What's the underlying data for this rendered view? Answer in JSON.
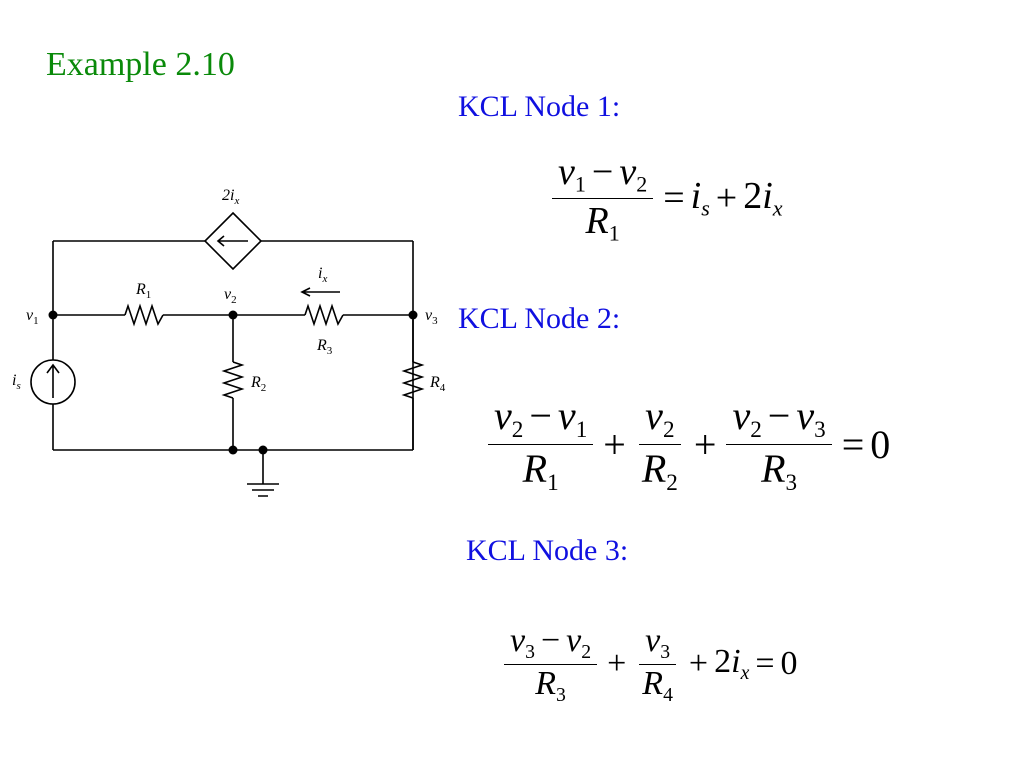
{
  "title": "Example 2.10",
  "kcl_labels": [
    "KCL Node 1:",
    "KCL Node 2:",
    "KCL Node 3:"
  ],
  "circuit": {
    "labels": {
      "dependent_source": "2i_x",
      "current_source": "i_s",
      "node1": "v_1",
      "node2": "v_2",
      "node3": "v_3",
      "R1": "R_1",
      "R2": "R_2",
      "R3": "R_3",
      "R4": "R_4",
      "ix": "i_x"
    }
  },
  "equations": {
    "node1": {
      "num": "v1 − v2",
      "den": "R1",
      "rhs": "= is + 2ix"
    },
    "node2": {
      "terms": [
        "(v2 − v1)/R1",
        "v2/R2",
        "(v2 − v3)/R3"
      ],
      "rhs": "= 0"
    },
    "node3": {
      "terms": [
        "(v3 − v2)/R3",
        "v3/R4",
        "2ix"
      ],
      "rhs": "= 0"
    }
  }
}
